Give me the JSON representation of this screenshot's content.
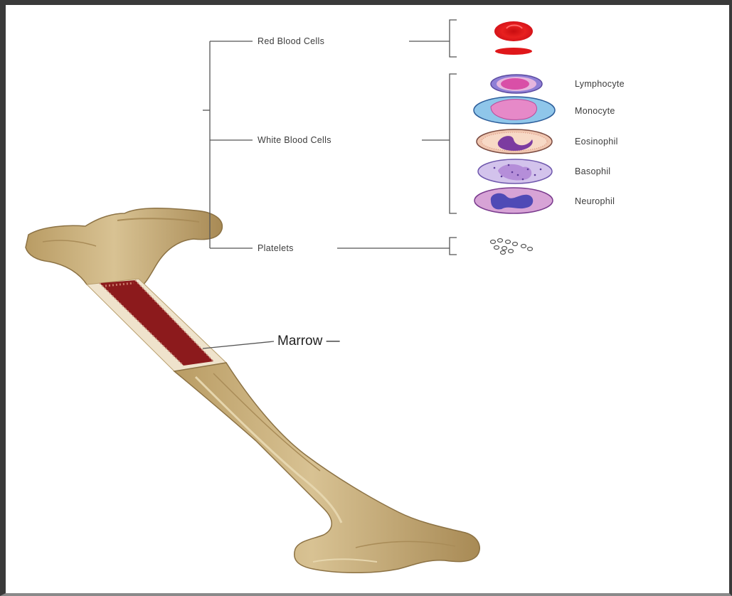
{
  "categories": {
    "red_blood_cells": "Red Blood Cells",
    "white_blood_cells": "White Blood Cells",
    "platelets": "Platelets"
  },
  "white_cell_types": [
    "Lymphocyte",
    "Monocyte",
    "Eosinophil",
    "Basophil",
    "Neurophil"
  ],
  "marrow_label": "Marrow —",
  "colors": {
    "bone": "#cdb482",
    "bone_shadow": "#9a8152",
    "marrow": "#8c1a1c",
    "red_cell": "#e0171a",
    "lymphocyte": "#8f7fd6",
    "monocyte": "#8fc6ea",
    "eosinophil": "#f0c6b0",
    "basophil": "#d3c3ec",
    "neutrophil": "#d7a3d6"
  }
}
